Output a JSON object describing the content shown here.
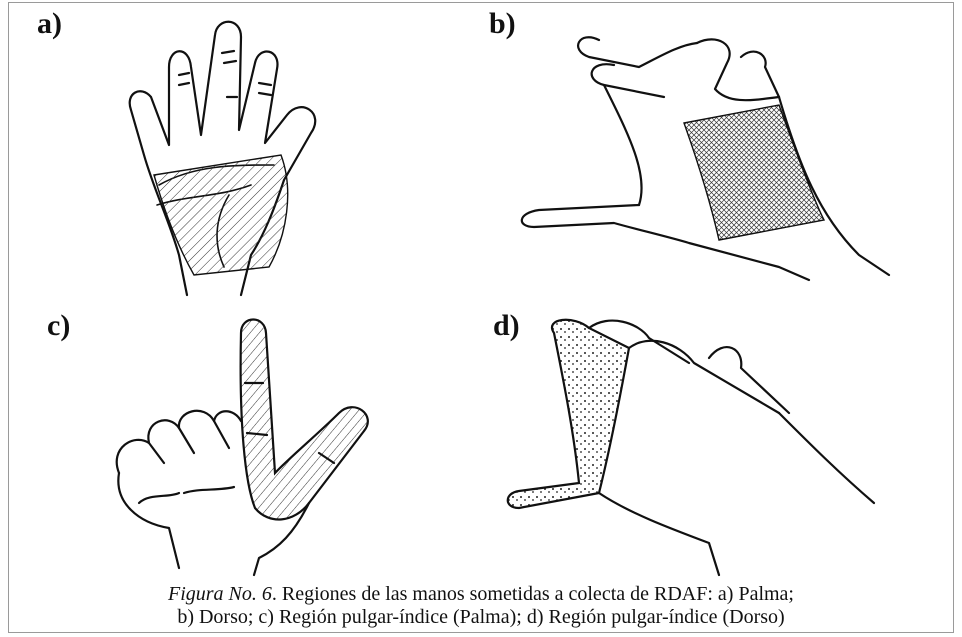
{
  "figure": {
    "panels": [
      {
        "label": "a)",
        "subject": "Palma"
      },
      {
        "label": "b)",
        "subject": "Dorso"
      },
      {
        "label": "c)",
        "subject": "Región pulgar-índice (Palma)"
      },
      {
        "label": "d)",
        "subject": "Región pulgar-índice (Dorso)"
      }
    ],
    "caption": {
      "prefix": "Figura No. 6",
      "line1_rest": ". Regiones de las manos sometidas a colecta de RDAF: a) Palma;",
      "line2": "b) Dorso; c) Región pulgar-índice (Palma); d) Región pulgar-índice (Dorso)"
    },
    "colors": {
      "ink": "#111111",
      "hatch": "#333333",
      "frame": "#9a9a9a"
    }
  }
}
